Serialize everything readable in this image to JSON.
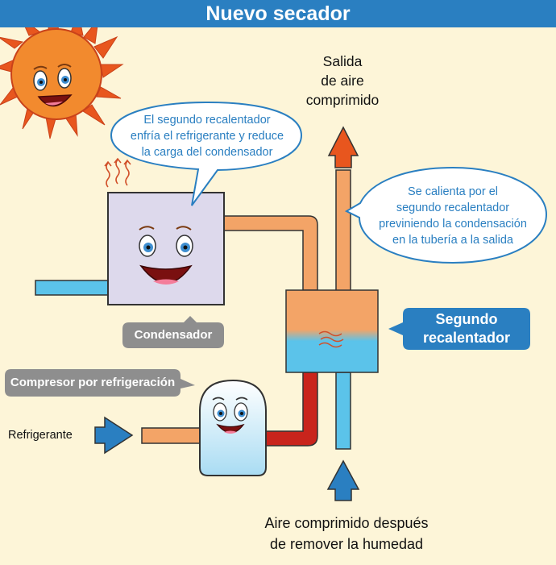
{
  "title": "Nuevo secador",
  "labels": {
    "outlet": [
      "Salida",
      "de aire",
      "comprimido"
    ],
    "bubble_top": [
      "El segundo recalentador",
      "enfría el refrigerante y reduce",
      "la carga del condensador"
    ],
    "bubble_right": [
      "Se calienta por el",
      "segundo recalentador",
      "previniendo la condensación",
      "en la tubería a la salida"
    ],
    "reheater": [
      "Segundo",
      "recalentador"
    ],
    "condenser": "Condensador",
    "compressor": "Compresor por refrigeración",
    "refrigerant": "Refrigerante",
    "inlet": [
      "Aire comprimido después",
      "de remover la humedad"
    ]
  },
  "icons": [
    "sun-face-icon",
    "heat-waves-icon",
    "smiling-face-icon",
    "blue-arrow-icon",
    "orange-arrow-icon"
  ],
  "colors": {
    "title_bar": "#2a7fc1",
    "background": "#fdf5d8",
    "pipe_hot": "#f3a467",
    "pipe_red": "#c9241c",
    "pipe_cold": "#5bc3ea",
    "arrow_blue": "#2a7fc1",
    "arrow_orange": "#e8561e",
    "label_gray": "#8e8e8e",
    "condenser_fill": "#ddd9ec",
    "bubble_text": "#2a7fc1"
  }
}
